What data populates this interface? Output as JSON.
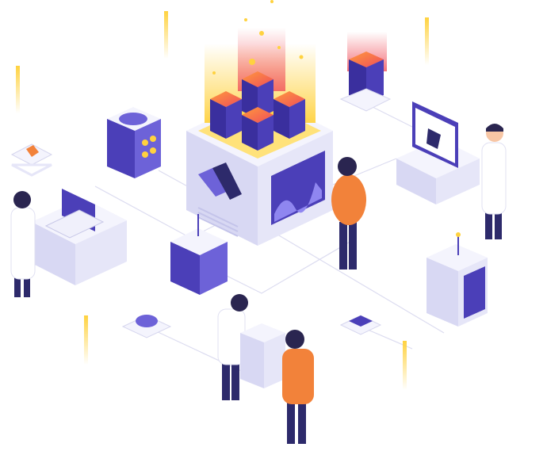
{
  "scene": {
    "description_free": true,
    "palette": {
      "platform_top": "#F4F4FD",
      "platform_left": "#D8D8F3",
      "platform_right": "#E6E6F8",
      "accent_purple": "#4B3FB8",
      "accent_purple_light": "#6D62D8",
      "accent_orange": "#F2823A",
      "accent_yellow": "#FFD23F",
      "accent_red": "#F04E5A",
      "lab_coat": "#FFFFFF",
      "pants_dark": "#2D2A6B",
      "skin": "#F7C6A5",
      "hair_dark": "#2A2550",
      "line_color": "#D6D6EE"
    },
    "items": [
      {
        "name": "central-server-block"
      },
      {
        "name": "server-stack-glowing"
      },
      {
        "name": "server-stack-top-right"
      },
      {
        "name": "analytics-dashboard-station"
      },
      {
        "name": "gauge-cube"
      },
      {
        "name": "laptop-desk"
      },
      {
        "name": "crystal-tile"
      },
      {
        "name": "calendar-cube"
      },
      {
        "name": "cloud-tile"
      },
      {
        "name": "panel-tile"
      },
      {
        "name": "chart-tower"
      },
      {
        "name": "person-orange-standing"
      },
      {
        "name": "scientist-right"
      },
      {
        "name": "scientist-left"
      },
      {
        "name": "people-carrying-server"
      }
    ]
  }
}
